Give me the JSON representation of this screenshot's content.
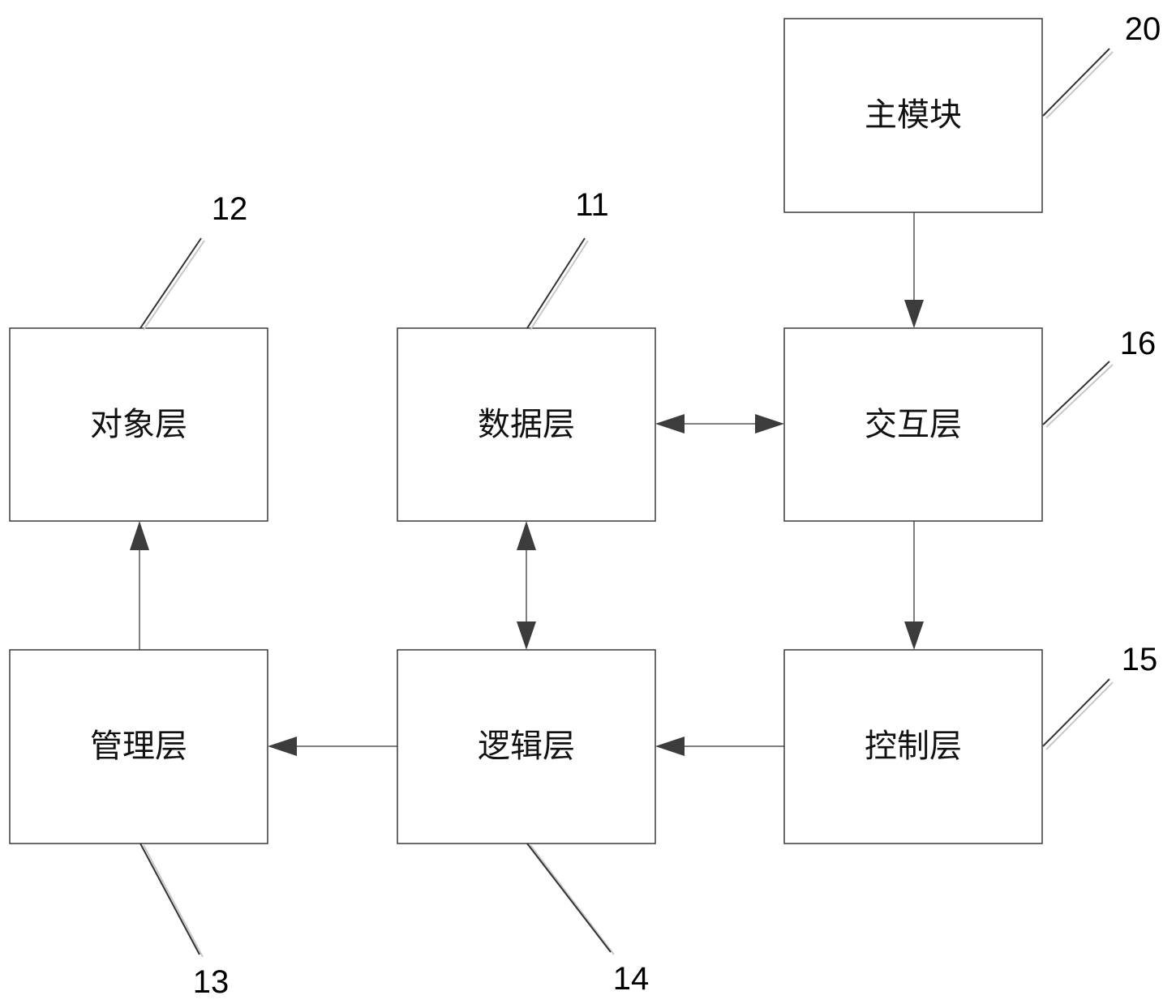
{
  "modules": {
    "main": {
      "label": "主模块",
      "ref": "20"
    },
    "object": {
      "label": "对象层",
      "ref": "12"
    },
    "data": {
      "label": "数据层",
      "ref": "11"
    },
    "interaction": {
      "label": "交互层",
      "ref": "16"
    },
    "management": {
      "label": "管理层",
      "ref": "13"
    },
    "logic": {
      "label": "逻辑层",
      "ref": "14"
    },
    "control": {
      "label": "控制层",
      "ref": "15"
    }
  },
  "connections": [
    {
      "from": "main",
      "to": "interaction",
      "direction": "forward"
    },
    {
      "from": "data",
      "to": "interaction",
      "direction": "both"
    },
    {
      "from": "data",
      "to": "logic",
      "direction": "both"
    },
    {
      "from": "interaction",
      "to": "control",
      "direction": "forward"
    },
    {
      "from": "control",
      "to": "logic",
      "direction": "forward"
    },
    {
      "from": "logic",
      "to": "management",
      "direction": "forward"
    },
    {
      "from": "management",
      "to": "object",
      "direction": "forward"
    }
  ]
}
